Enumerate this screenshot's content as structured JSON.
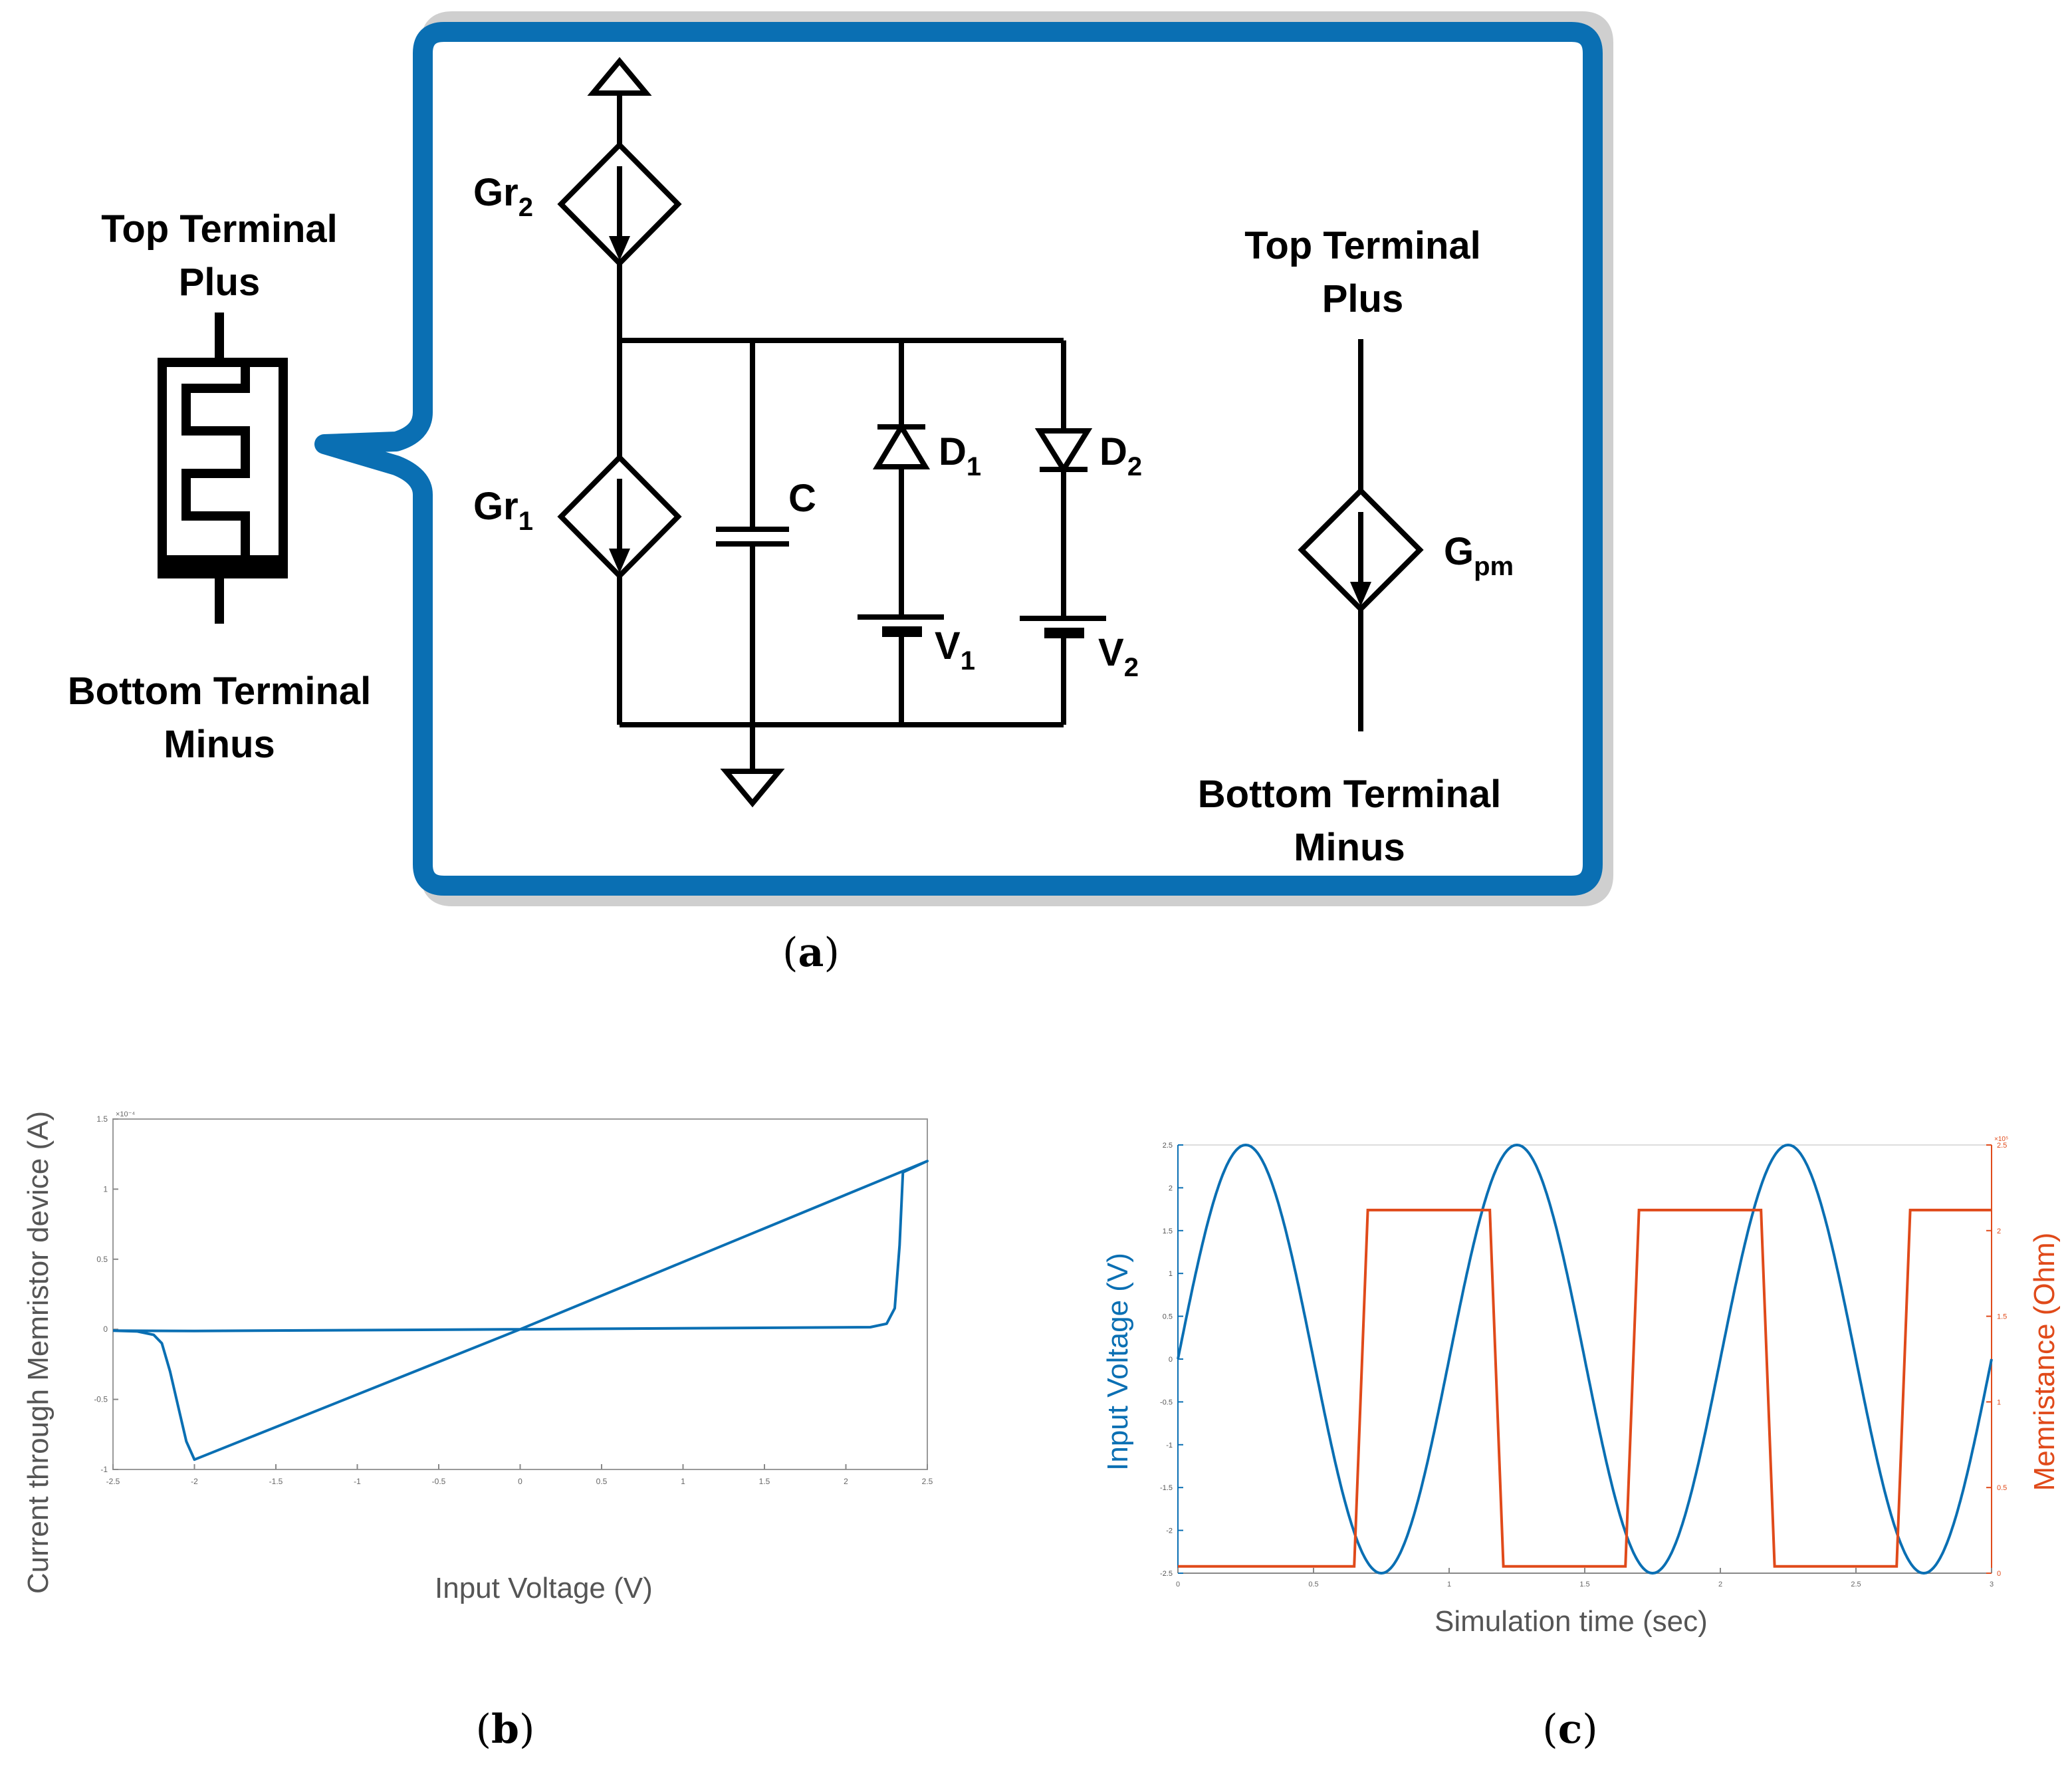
{
  "panel_a": {
    "letter": "a",
    "symbol_top_label": [
      "Top Terminal",
      "Plus"
    ],
    "symbol_bottom_label": [
      "Bottom Terminal",
      "Minus"
    ],
    "circuit": {
      "gr2": {
        "main": "Gr",
        "sub": "2"
      },
      "gr1": {
        "main": "Gr",
        "sub": "1"
      },
      "c": {
        "main": "C",
        "sub": ""
      },
      "d1": {
        "main": "D",
        "sub": "1"
      },
      "d2": {
        "main": "D",
        "sub": "2"
      },
      "v1": {
        "main": "V",
        "sub": "1"
      },
      "v2": {
        "main": "V",
        "sub": "2"
      }
    },
    "equiv_top_label": [
      "Top Terminal",
      "Plus"
    ],
    "equiv_bottom_label": [
      "Bottom Terminal",
      "Minus"
    ],
    "gpm": {
      "main": "G",
      "sub": "pm"
    },
    "colors": {
      "frame": "#0a6fb3",
      "frame_shadow": "#c9c9c9"
    }
  },
  "panel_b": {
    "letter": "b",
    "chart_data": {
      "type": "line",
      "xlabel": "Input Voltage (V)",
      "ylabel": "Current through Memristor device (A)",
      "xlim": [
        -2.5,
        2.5
      ],
      "ylim": [
        -1,
        1.5
      ],
      "y_scale_note": "×10⁻⁴",
      "x_ticks": [
        "-2.5",
        "-2",
        "-1.5",
        "-1",
        "-0.5",
        "0",
        "0.5",
        "1",
        "1.5",
        "2",
        "2.5"
      ],
      "y_ticks": [
        "-1",
        "-0.5",
        "0",
        "0.5",
        "1",
        "1.5"
      ],
      "series": [
        {
          "color": "#0a6fb3",
          "points": [
            [
              -2.5,
              -0.01
            ],
            [
              -2.35,
              -0.015
            ],
            [
              -2.25,
              -0.04
            ],
            [
              -2.2,
              -0.1
            ],
            [
              -2.15,
              -0.3
            ],
            [
              -2.1,
              -0.55
            ],
            [
              -2.05,
              -0.8
            ],
            [
              -2.0,
              -0.93
            ],
            [
              0.0,
              0.0
            ],
            [
              2.5,
              1.2
            ],
            [
              2.35,
              1.12
            ],
            [
              2.33,
              0.6
            ],
            [
              2.3,
              0.15
            ],
            [
              2.25,
              0.04
            ],
            [
              2.15,
              0.015
            ],
            [
              0.0,
              0.0
            ],
            [
              -2.0,
              -0.012
            ],
            [
              -2.5,
              -0.01
            ]
          ]
        }
      ]
    }
  },
  "panel_c": {
    "letter": "c",
    "chart_data": {
      "type": "line",
      "xlabel": "Simulation time (sec)",
      "ylabel_left": "Input Voltage (V)",
      "ylabel_right": "Memristance (Ohm)",
      "xlim": [
        0,
        3
      ],
      "ylim_left": [
        -2.5,
        2.5
      ],
      "ylim_right": [
        0,
        2.5
      ],
      "y_right_scale_note": "×10⁵",
      "x_ticks": [
        "0",
        "0.5",
        "1",
        "1.5",
        "2",
        "2.5",
        "3"
      ],
      "y_left_ticks": [
        "-2.5",
        "-2",
        "-1.5",
        "-1",
        "-0.5",
        "0",
        "0.5",
        "1",
        "1.5",
        "2",
        "2.5"
      ],
      "y_right_ticks": [
        "0",
        "0.5",
        "1",
        "1.5",
        "2",
        "2.5"
      ],
      "series": [
        {
          "name": "Input Voltage (V)",
          "axis": "left",
          "color": "#0a6fb3",
          "function": "2.5*sin(2*pi*t)",
          "t_range": [
            0,
            3
          ]
        },
        {
          "name": "Memristance (Ohm)",
          "axis": "right",
          "color": "#e04a1a",
          "points": [
            [
              0,
              0.04
            ],
            [
              0.65,
              0.04
            ],
            [
              0.7,
              2.12
            ],
            [
              1.15,
              2.12
            ],
            [
              1.2,
              0.04
            ],
            [
              1.65,
              0.04
            ],
            [
              1.7,
              2.12
            ],
            [
              2.15,
              2.12
            ],
            [
              2.2,
              0.04
            ],
            [
              2.65,
              0.04
            ],
            [
              2.7,
              2.12
            ],
            [
              3.0,
              2.12
            ]
          ]
        }
      ]
    }
  }
}
